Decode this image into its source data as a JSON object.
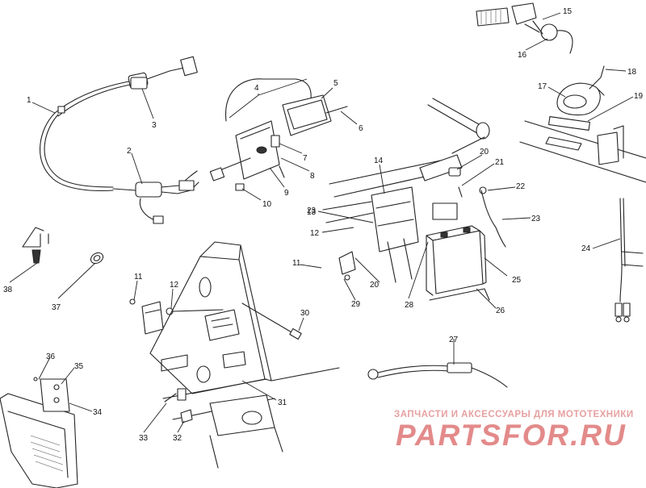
{
  "callouts": [
    "1",
    "2",
    "3",
    "4",
    "5",
    "6",
    "7",
    "8",
    "9",
    "10",
    "11",
    "12",
    "13",
    "14",
    "15",
    "16",
    "17",
    "18",
    "19",
    "20",
    "21",
    "22",
    "23",
    "24",
    "25",
    "26",
    "27",
    "28",
    "29",
    "30",
    "31",
    "32",
    "33",
    "34",
    "35",
    "36",
    "37",
    "38"
  ],
  "extra_callouts": {
    "c11b": "11",
    "c12b": "12",
    "c20b": "20",
    "c23b": "23"
  },
  "watermark": {
    "subtitle": "ЗАПЧАСТИ И АКСЕССУАРЫ ДЛЯ МОТОТЕХНИКИ",
    "logo": "PARTSFOR.RU",
    "color": "#e38a8a"
  },
  "icons": [
    "motorcycle-silhouette"
  ]
}
